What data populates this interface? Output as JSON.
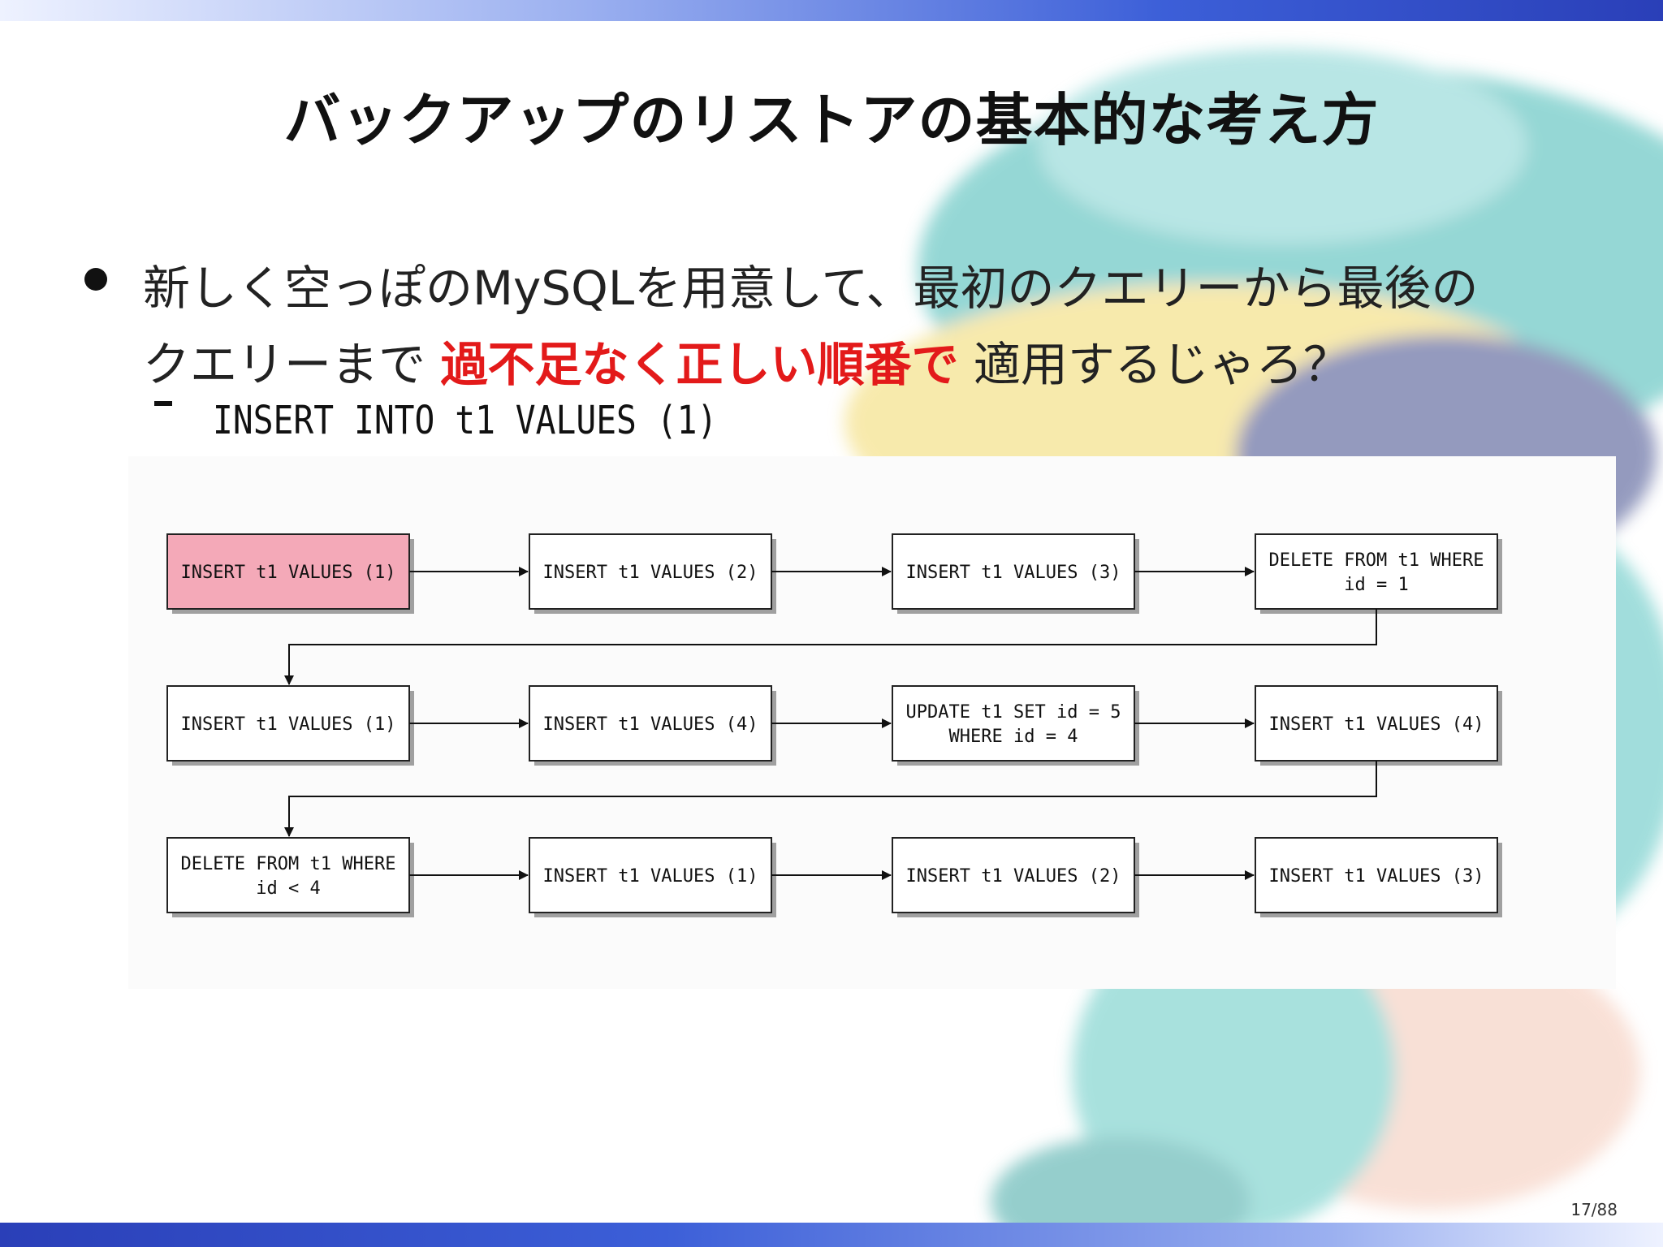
{
  "slide": {
    "title": "バックアップのリストアの基本的な考え方",
    "bullet": {
      "line1": "新しく空っぽのMySQLを用意して、最初のクエリーから最後の",
      "line2_before": "クエリーまで ",
      "line2_emphasis": "過不足なく正しい順番で",
      "line2_after": " 適用するじゃろ？"
    },
    "sub_bullet": "INSERT INTO t1 VALUES (1)",
    "page_number": "17/88"
  },
  "diagram": {
    "highlight_color": "#f4a9b8",
    "rows": [
      [
        {
          "lines": [
            "INSERT t1 VALUES (1)"
          ],
          "highlighted": true
        },
        {
          "lines": [
            "INSERT t1 VALUES (2)"
          ],
          "highlighted": false
        },
        {
          "lines": [
            "INSERT t1 VALUES (3)"
          ],
          "highlighted": false
        },
        {
          "lines": [
            "DELETE FROM t1 WHERE",
            "id = 1"
          ],
          "highlighted": false
        }
      ],
      [
        {
          "lines": [
            "INSERT t1 VALUES (1)"
          ],
          "highlighted": false
        },
        {
          "lines": [
            "INSERT t1 VALUES (4)"
          ],
          "highlighted": false
        },
        {
          "lines": [
            "UPDATE t1 SET id = 5",
            "WHERE id = 4"
          ],
          "highlighted": false
        },
        {
          "lines": [
            "INSERT t1 VALUES (4)"
          ],
          "highlighted": false
        }
      ],
      [
        {
          "lines": [
            "DELETE FROM t1 WHERE",
            "id < 4"
          ],
          "highlighted": false
        },
        {
          "lines": [
            "INSERT t1 VALUES (1)"
          ],
          "highlighted": false
        },
        {
          "lines": [
            "INSERT t1 VALUES (2)"
          ],
          "highlighted": false
        },
        {
          "lines": [
            "INSERT t1 VALUES (3)"
          ],
          "highlighted": false
        }
      ]
    ]
  }
}
